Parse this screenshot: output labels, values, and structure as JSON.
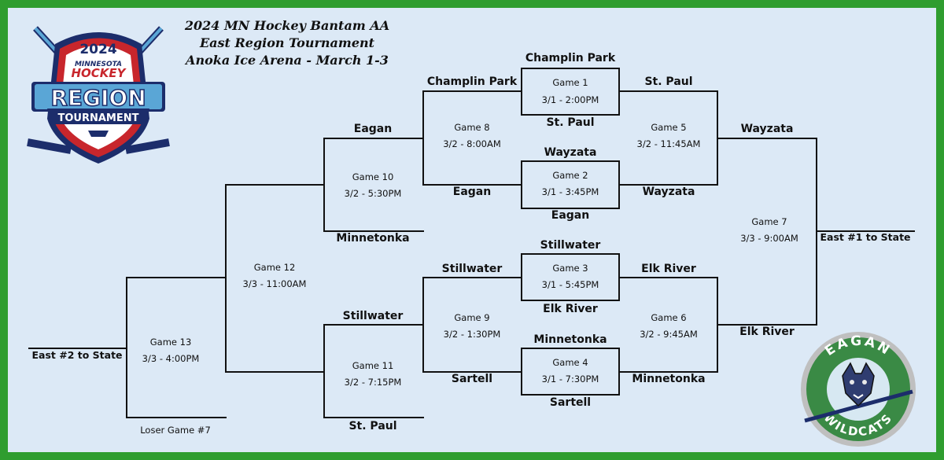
{
  "header": {
    "line1": "2024 MN Hockey Bantam AA",
    "line2": "East Region Tournament",
    "line3": "Anoka Ice Arena - March 1-3"
  },
  "region_logo": {
    "year": "2024",
    "brand_top": "MINNESOTA",
    "brand": "HOCKEY",
    "word1": "REGION",
    "word2": "TOURNAMENT"
  },
  "eagan_logo": {
    "word1": "EAGAN",
    "word2": "WILDCATS"
  },
  "colors": {
    "border": "#2f9d2f",
    "background": "#dce9f6",
    "lines": "#111111",
    "logo_red": "#c8262c",
    "logo_navy": "#1c2d6b",
    "logo_blue": "#5aa6d6",
    "eagan_green": "#3a8a45"
  },
  "teams": {
    "champlin_park_top": "Champlin Park",
    "champlin_park_left": "Champlin Park",
    "st_paul_g1": "St. Paul",
    "st_paul_right": "St. Paul",
    "wayzata_top_g2": "Wayzata",
    "wayzata_right": "Wayzata",
    "eagan_left_g2": "Eagan",
    "eagan_bottom_g2": "Eagan",
    "eagan_g10": "Eagan",
    "minnetonka_g10": "Minnetonka",
    "wayzata_g7": "Wayzata",
    "elk_river_g7": "Elk River",
    "east1": "East #1 to State",
    "stillwater_top_g3": "Stillwater",
    "stillwater_left_g3": "Stillwater",
    "elk_river_right_g3": "Elk River",
    "elk_river_bottom_g3": "Elk River",
    "minnetonka_top_g4": "Minnetonka",
    "sartell_left_g4": "Sartell",
    "minnetonka_right_g4": "Minnetonka",
    "sartell_bottom_g4": "Sartell",
    "stillwater_g11": "Stillwater",
    "st_paul_g11": "St. Paul",
    "east2": "East #2 to State",
    "loser7": "Loser Game #7"
  },
  "games": [
    {
      "name": "Game 1",
      "time": "3/1 - 2:00PM"
    },
    {
      "name": "Game 2",
      "time": "3/1 - 3:45PM"
    },
    {
      "name": "Game 3",
      "time": "3/1 - 5:45PM"
    },
    {
      "name": "Game 4",
      "time": "3/1 - 7:30PM"
    },
    {
      "name": "Game 5",
      "time": "3/2 - 11:45AM"
    },
    {
      "name": "Game 6",
      "time": "3/2 - 9:45AM"
    },
    {
      "name": "Game 7",
      "time": "3/3 - 9:00AM"
    },
    {
      "name": "Game 8",
      "time": "3/2 - 8:00AM"
    },
    {
      "name": "Game 9",
      "time": "3/2 - 1:30PM"
    },
    {
      "name": "Game 10",
      "time": "3/2 - 5:30PM"
    },
    {
      "name": "Game 11",
      "time": "3/2 - 7:15PM"
    },
    {
      "name": "Game 12",
      "time": "3/3 - 11:00AM"
    },
    {
      "name": "Game 13",
      "time": "3/3 - 4:00PM"
    }
  ]
}
